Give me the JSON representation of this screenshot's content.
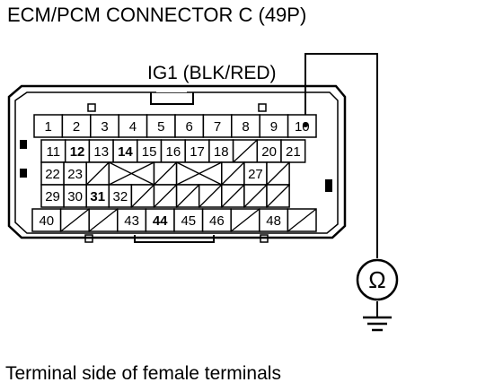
{
  "title": "ECM/PCM CONNECTOR C (49P)",
  "wire_label": "IG1 (BLK/RED)",
  "caption": "Terminal side of female terminals",
  "meter_symbol": "Ω",
  "probe_terminal": "10",
  "pin_rows": [
    {
      "row": 1,
      "cells": [
        {
          "label": "1",
          "bold": false
        },
        {
          "label": "2",
          "bold": false
        },
        {
          "label": "3",
          "bold": false
        },
        {
          "label": "4",
          "bold": false
        },
        {
          "label": "5",
          "bold": false
        },
        {
          "label": "6",
          "bold": false
        },
        {
          "label": "7",
          "bold": false
        },
        {
          "label": "8",
          "bold": false
        },
        {
          "label": "9",
          "bold": false
        },
        {
          "label": "10",
          "bold": false
        }
      ]
    },
    {
      "row": 2,
      "cells": [
        {
          "label": "11",
          "bold": false
        },
        {
          "label": "12",
          "bold": true
        },
        {
          "label": "13",
          "bold": false
        },
        {
          "label": "14",
          "bold": true
        },
        {
          "label": "15",
          "bold": false
        },
        {
          "label": "16",
          "bold": false
        },
        {
          "label": "17",
          "bold": false
        },
        {
          "label": "18",
          "bold": false
        },
        {
          "label": "",
          "empty": "slash"
        },
        {
          "label": "20",
          "bold": false
        },
        {
          "label": "21",
          "bold": false
        }
      ]
    },
    {
      "row": 3,
      "cells": [
        {
          "label": "22",
          "bold": false
        },
        {
          "label": "23",
          "bold": false
        },
        {
          "label": "",
          "empty": "slash"
        },
        {
          "label": "",
          "empty": "x",
          "span": 2
        },
        {
          "label": "",
          "empty": "slash"
        },
        {
          "label": "",
          "empty": "x",
          "span": 2
        },
        {
          "label": "",
          "empty": "slash"
        },
        {
          "label": "27",
          "bold": false
        },
        {
          "label": "",
          "empty": "slash"
        }
      ]
    },
    {
      "row": 4,
      "cells": [
        {
          "label": "29",
          "bold": false
        },
        {
          "label": "30",
          "bold": false
        },
        {
          "label": "31",
          "bold": true
        },
        {
          "label": "32",
          "bold": false
        },
        {
          "label": "",
          "empty": "slash"
        },
        {
          "label": "",
          "empty": "slash"
        },
        {
          "label": "",
          "empty": "slash"
        },
        {
          "label": "",
          "empty": "slash"
        },
        {
          "label": "",
          "empty": "slash"
        },
        {
          "label": "",
          "empty": "slash"
        },
        {
          "label": "",
          "empty": "slash"
        }
      ]
    },
    {
      "row": 5,
      "cells": [
        {
          "label": "40",
          "bold": false
        },
        {
          "label": "",
          "empty": "slash"
        },
        {
          "label": "",
          "empty": "slash"
        },
        {
          "label": "43",
          "bold": false
        },
        {
          "label": "44",
          "bold": true
        },
        {
          "label": "45",
          "bold": false
        },
        {
          "label": "46",
          "bold": false
        },
        {
          "label": "",
          "empty": "slash"
        },
        {
          "label": "48",
          "bold": false
        },
        {
          "label": "",
          "empty": "slash"
        }
      ]
    }
  ]
}
